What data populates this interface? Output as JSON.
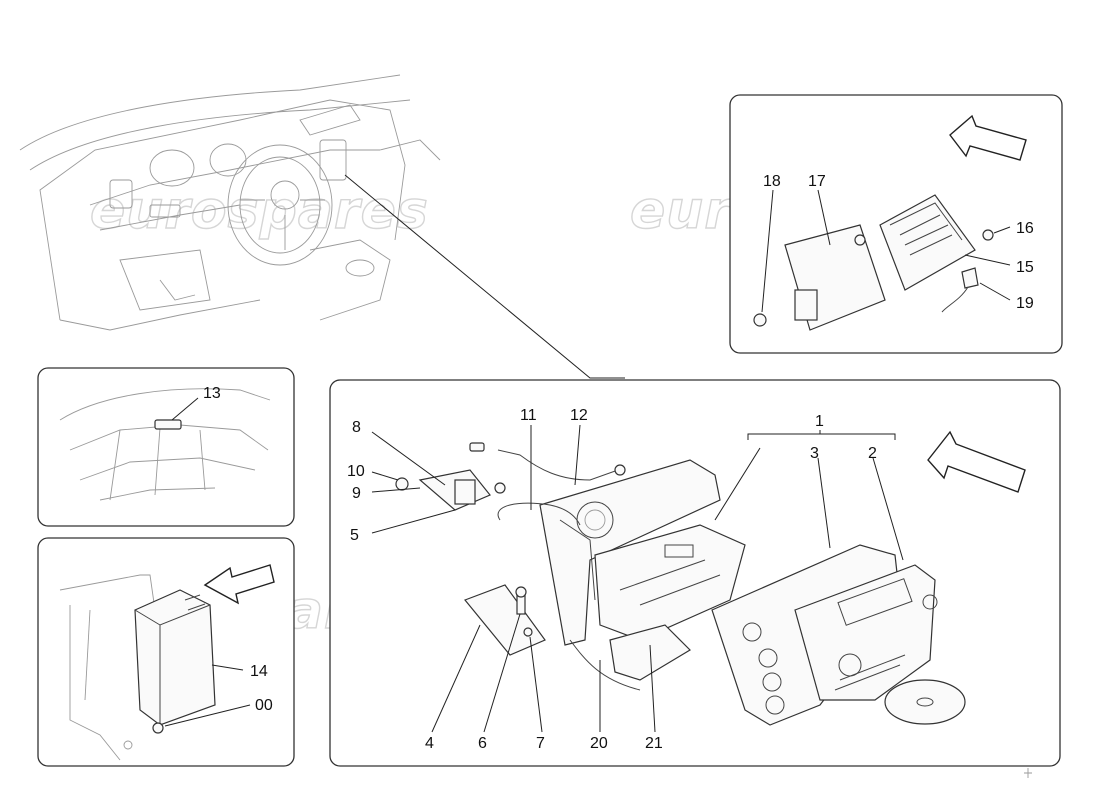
{
  "watermark": "eurospares",
  "callouts": {
    "c1": "1",
    "c2": "2",
    "c3": "3",
    "c4": "4",
    "c5": "5",
    "c6": "6",
    "c7": "7",
    "c8": "8",
    "c9": "9",
    "c10": "10",
    "c11": "11",
    "c12": "12",
    "c13": "13",
    "c14": "14",
    "c15": "15",
    "c16": "16",
    "c17": "17",
    "c18": "18",
    "c19": "19",
    "c20": "20",
    "c21": "21",
    "c00": "00"
  }
}
